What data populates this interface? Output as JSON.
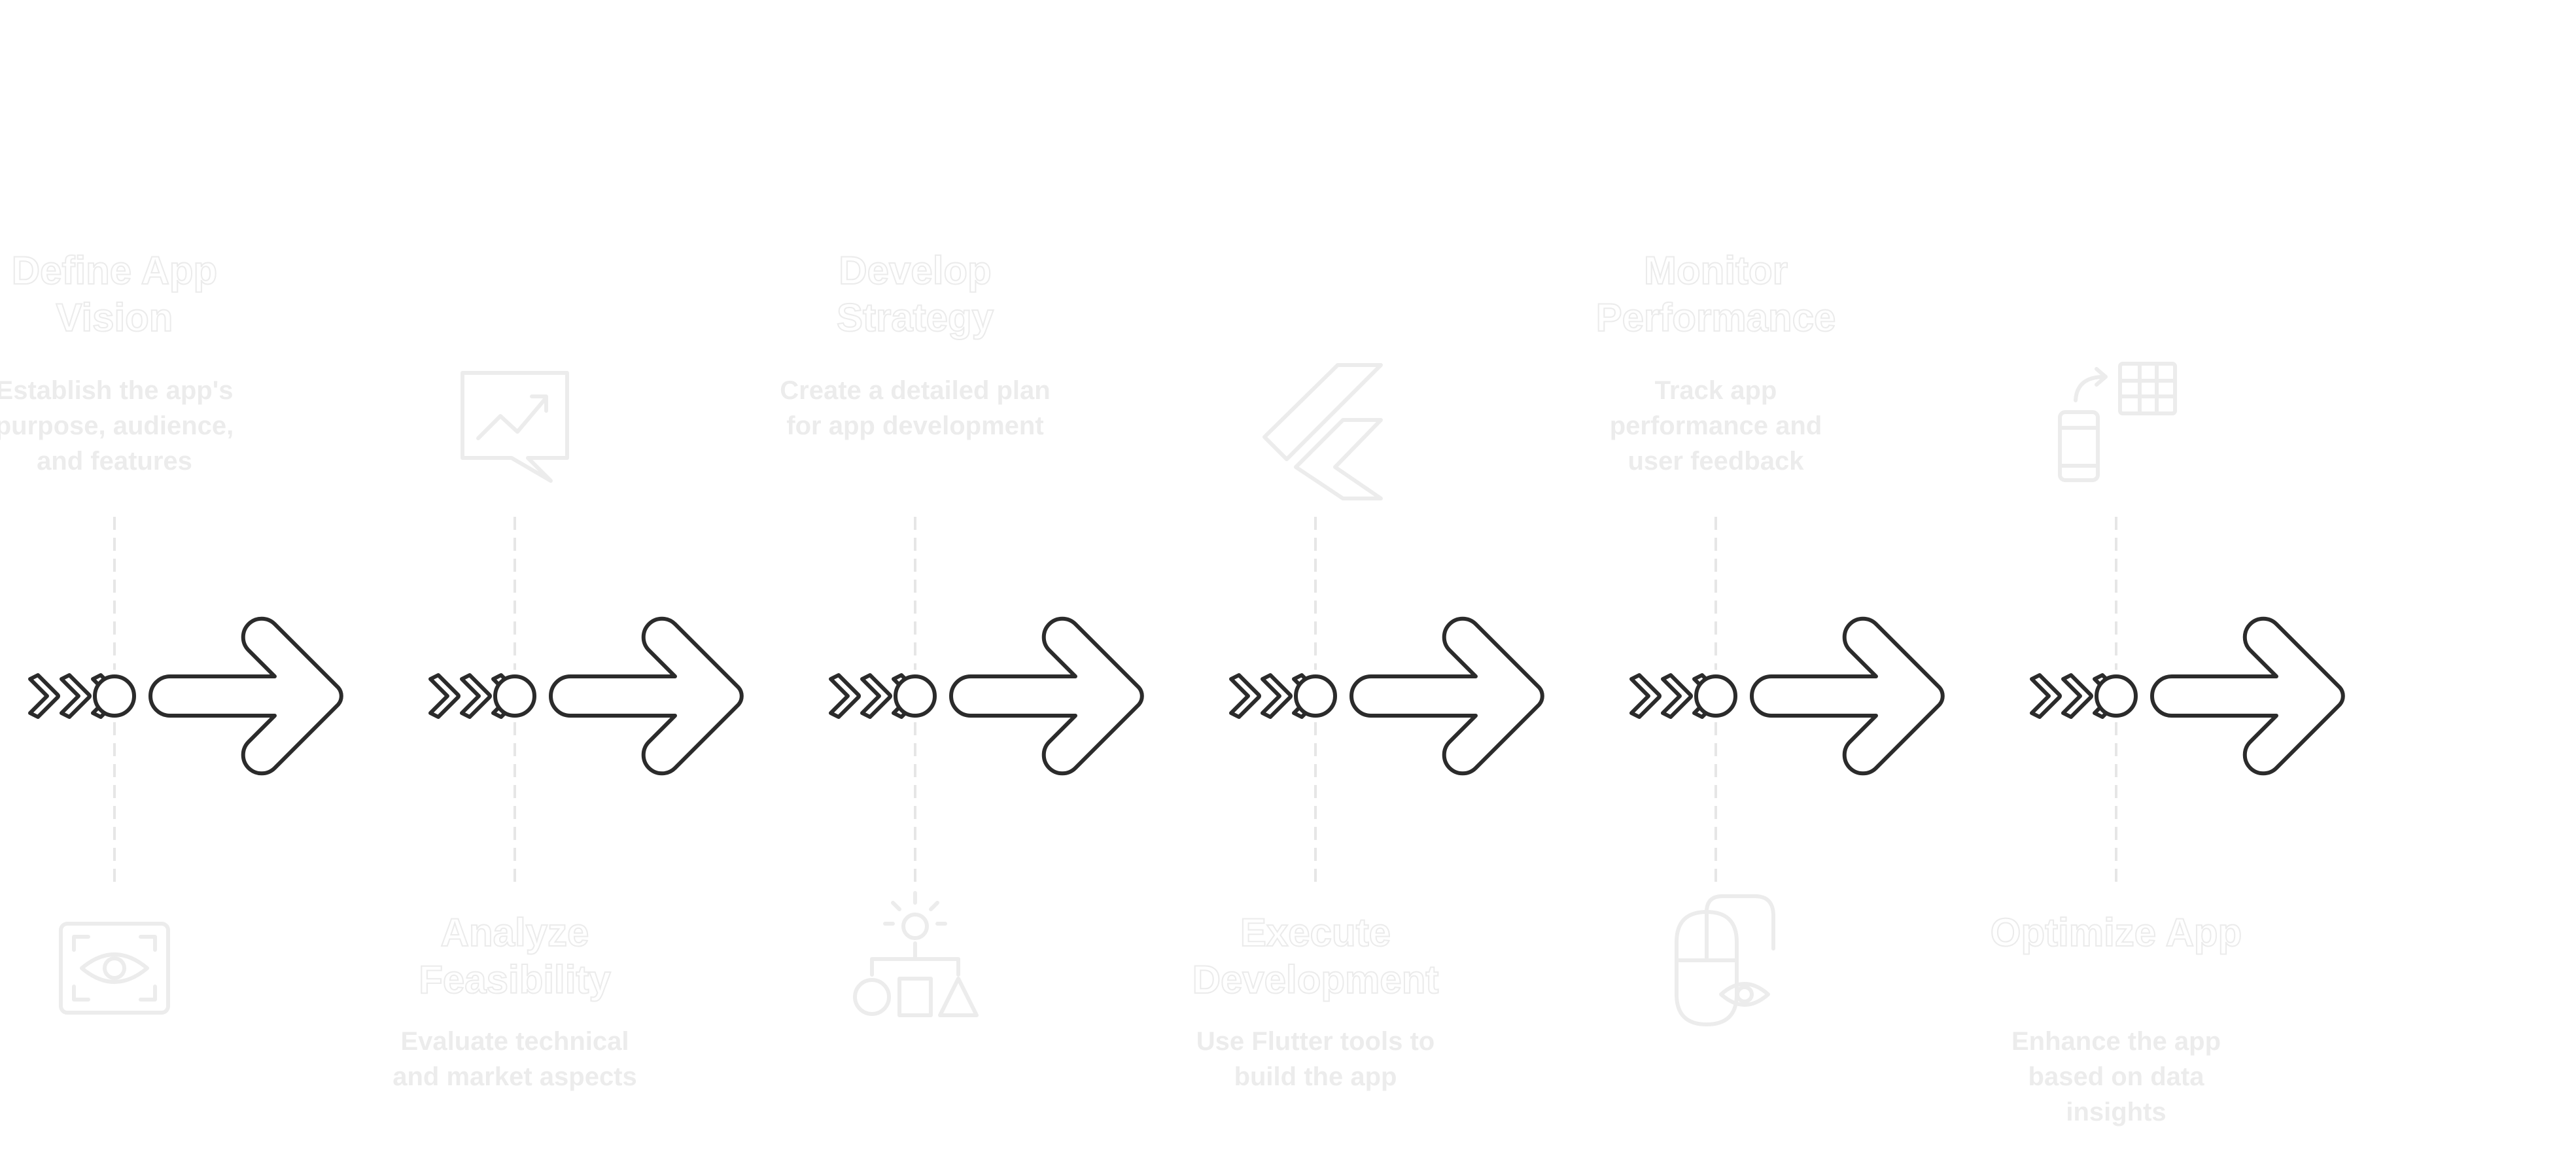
{
  "diagram": {
    "steps": [
      {
        "title": "Define App Vision",
        "description": "Establish the app's purpose, audience, and features",
        "text_side": "top",
        "icon": "eye-frame-icon"
      },
      {
        "title": "Analyze Feasibility",
        "description": "Evaluate technical and market aspects",
        "text_side": "bottom",
        "icon": "chart-chat-icon"
      },
      {
        "title": "Develop Strategy",
        "description": "Create a detailed plan for app development",
        "text_side": "top",
        "icon": "idea-shapes-icon"
      },
      {
        "title": "Execute Development",
        "description": "Use Flutter tools to build the app",
        "text_side": "bottom",
        "icon": "flutter-logo-icon"
      },
      {
        "title": "Monitor Performance",
        "description": "Track app performance and user feedback",
        "text_side": "top",
        "icon": "mouse-eye-icon"
      },
      {
        "title": "Optimize App",
        "description": "Enhance the app based on data insights",
        "text_side": "bottom",
        "icon": "mobile-table-icon"
      }
    ],
    "colors": {
      "arrow_stroke": "#2b2b2b",
      "muted": "#ececec"
    }
  }
}
